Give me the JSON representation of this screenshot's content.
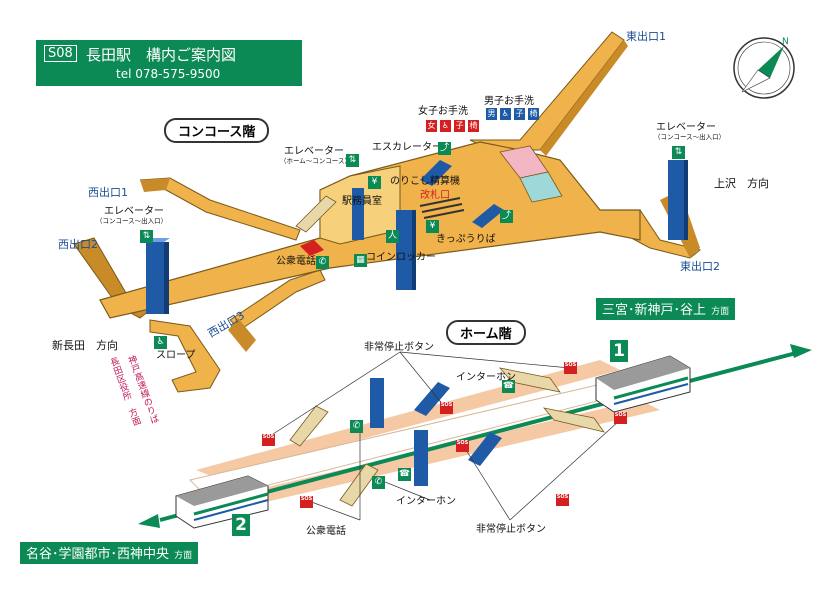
{
  "header": {
    "station_code": "S08",
    "title": "長田駅　構内ご案内図",
    "tel": "tel 078-575-9500"
  },
  "floors": {
    "concourse": "コンコース階",
    "platform": "ホーム階"
  },
  "exits": {
    "east1": "東出口1",
    "east2": "東出口2",
    "west1": "西出口1",
    "west2": "西出口2",
    "west3": "西出口3"
  },
  "directions": {
    "kamisawa": "上沢　方向",
    "shinnagata": "新長田　方向",
    "sannomiya": "三宮･新神戸･谷上",
    "sannomiya_suffix": "方面",
    "nadani": "名谷･学園都市･西神中央",
    "nadani_suffix": "方面"
  },
  "concourse_labels": {
    "elevator_left": "エレベーター",
    "elevator_left_sub": "（コンコース～出入口）",
    "elevator_center": "エレベーター",
    "elevator_center_sub": "（ホーム～コンコース）",
    "elevator_right": "エレベーター",
    "elevator_right_sub": "（コンコース～出入口）",
    "escalator": "エスカレーター",
    "womens_restroom": "女子お手洗",
    "mens_restroom": "男子お手洗",
    "fare_adjust": "のりこし精算機",
    "staff_room": "駅務員室",
    "ticket_gate": "改札口",
    "ticket_vending": "きっぷうりば",
    "public_phone": "公衆電話",
    "coin_locker": "コインロッカー",
    "slope": "スロープ",
    "vertical_note_1": "神戸高速線のりば",
    "vertical_note_2": "長田区役所　方面"
  },
  "platform_labels": {
    "emergency_top": "非常停止ボタン",
    "emergency_bottom": "非常停止ボタン",
    "intercom_top": "インターホン",
    "intercom_bottom": "インターホン",
    "public_phone": "公衆電話",
    "track1": "1",
    "track2": "2",
    "sos": "SOS"
  },
  "icons": [
    "elevator-icon",
    "escalator-icon",
    "phone-icon",
    "wheelchair-icon",
    "restroom-icon",
    "compass-icon",
    "train-icon",
    "sos-icon",
    "locker-icon",
    "ticket-icon"
  ],
  "colors": {
    "concourse_floor": "#f0b24a",
    "platform_floor": "#f5c9a4",
    "brand_green": "#0b8a55",
    "elevator_blue": "#1e5aa6",
    "stairs_brown": "#c98a28",
    "restroom_pink": "#f3b7c4",
    "restroom_teal": "#9fd8d8",
    "alert_red": "#d42020"
  }
}
